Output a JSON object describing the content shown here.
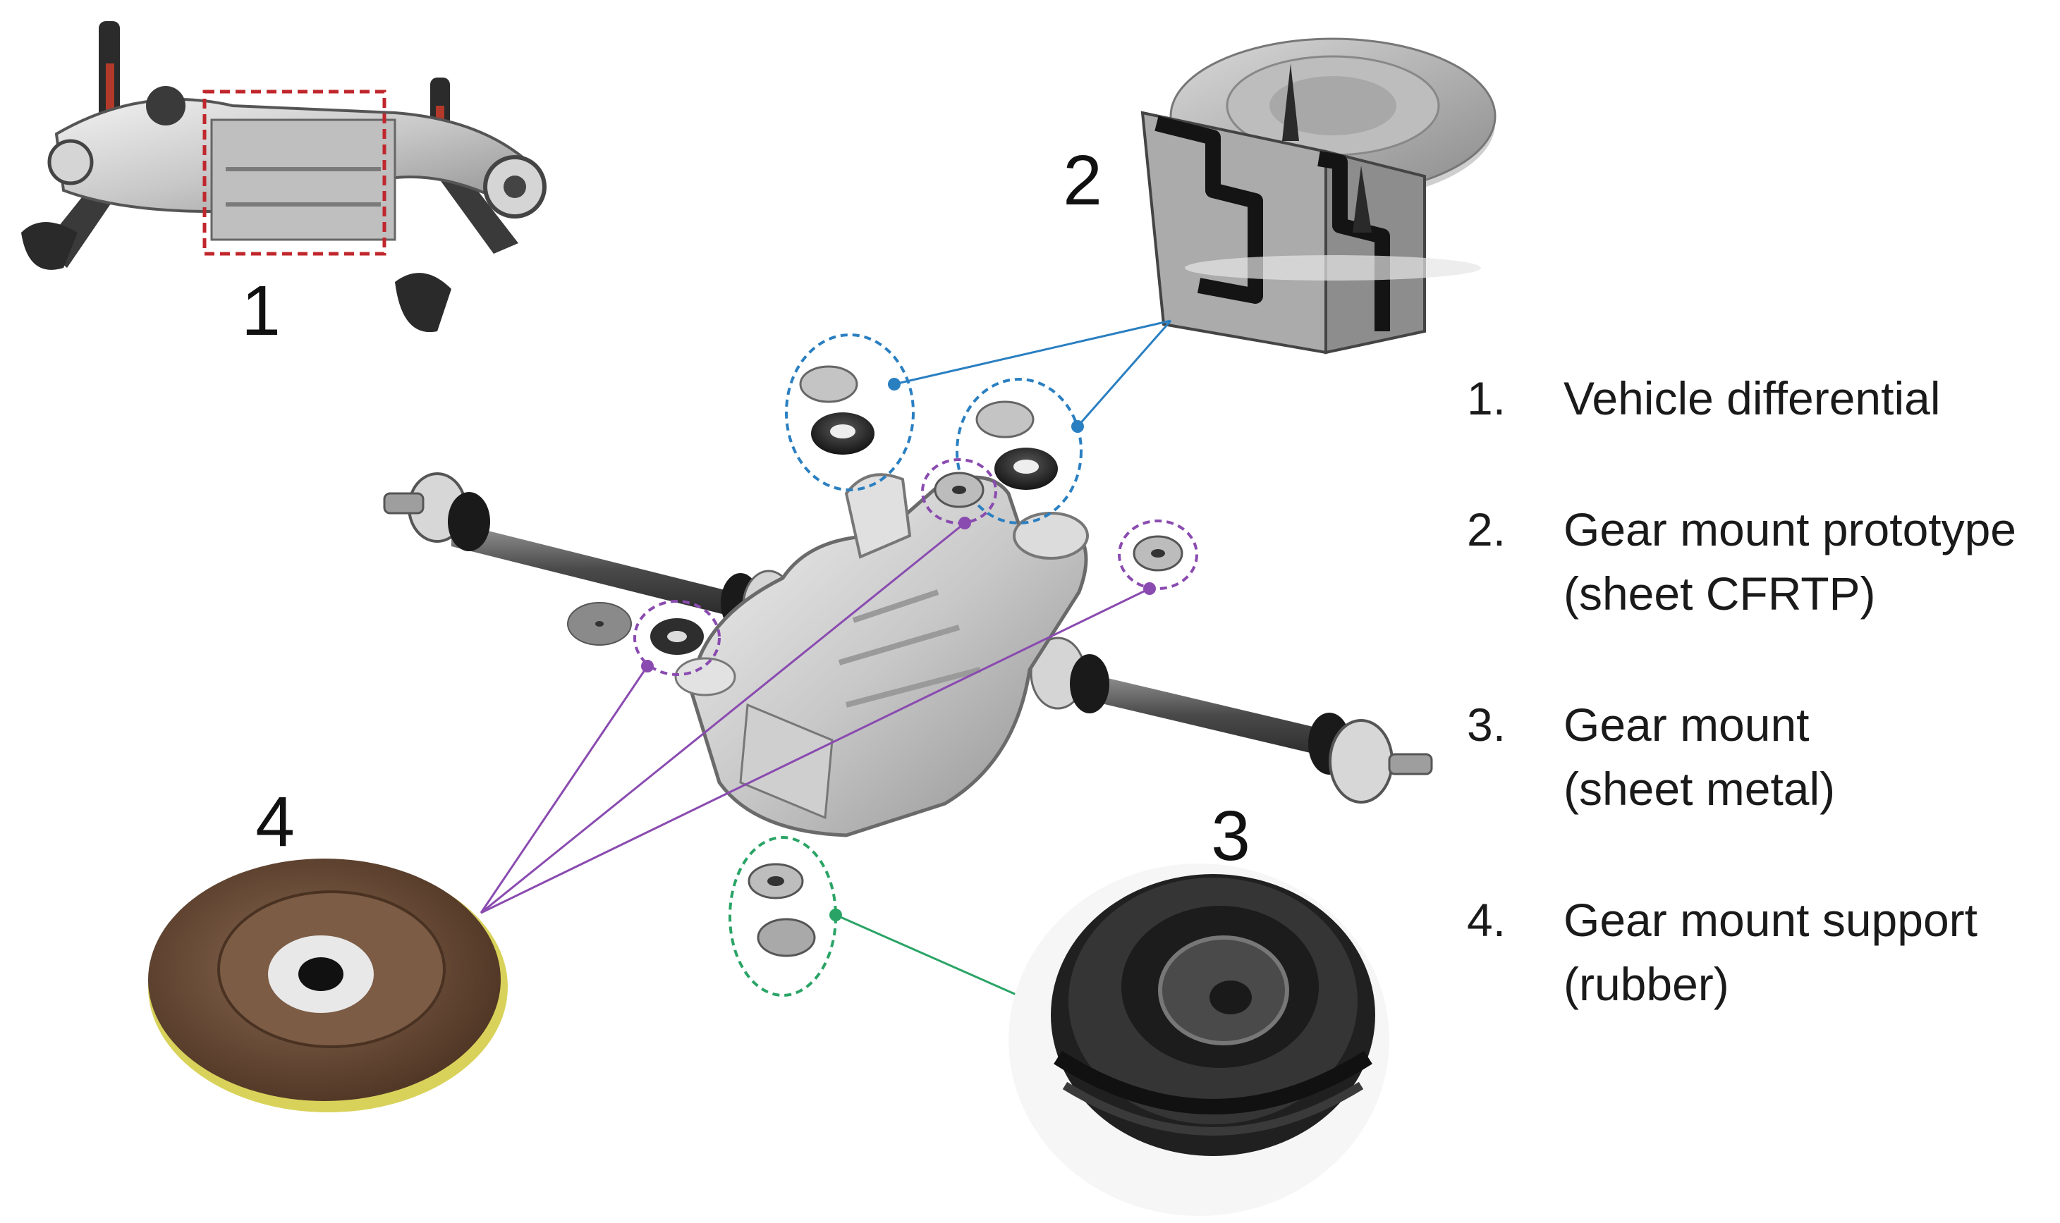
{
  "callouts": {
    "one": "1",
    "two": "2",
    "three": "3",
    "four": "4"
  },
  "legend": [
    {
      "number": "1.",
      "lines": [
        "Vehicle differential"
      ]
    },
    {
      "number": "2.",
      "lines": [
        "Gear mount prototype",
        "(sheet CFRTP)"
      ]
    },
    {
      "number": "3.",
      "lines": [
        "Gear mount",
        "(sheet metal)"
      ]
    },
    {
      "number": "4.",
      "lines": [
        "Gear mount support",
        "(rubber)"
      ]
    }
  ],
  "colors": {
    "highlight_box": "#c0272d",
    "cfrtp_callout": "#2a7fc1",
    "rubber_callout": "#8a4bb0",
    "metal_callout": "#2aa466",
    "part_metal": "#c9c9c9",
    "rubber_brown": "#6b4a34"
  },
  "icons": [
    "rear-subframe-image",
    "differential-assembly-image",
    "cfrtp-mount-cutaway-image",
    "sheet-metal-mount-photo",
    "rubber-support-render"
  ]
}
